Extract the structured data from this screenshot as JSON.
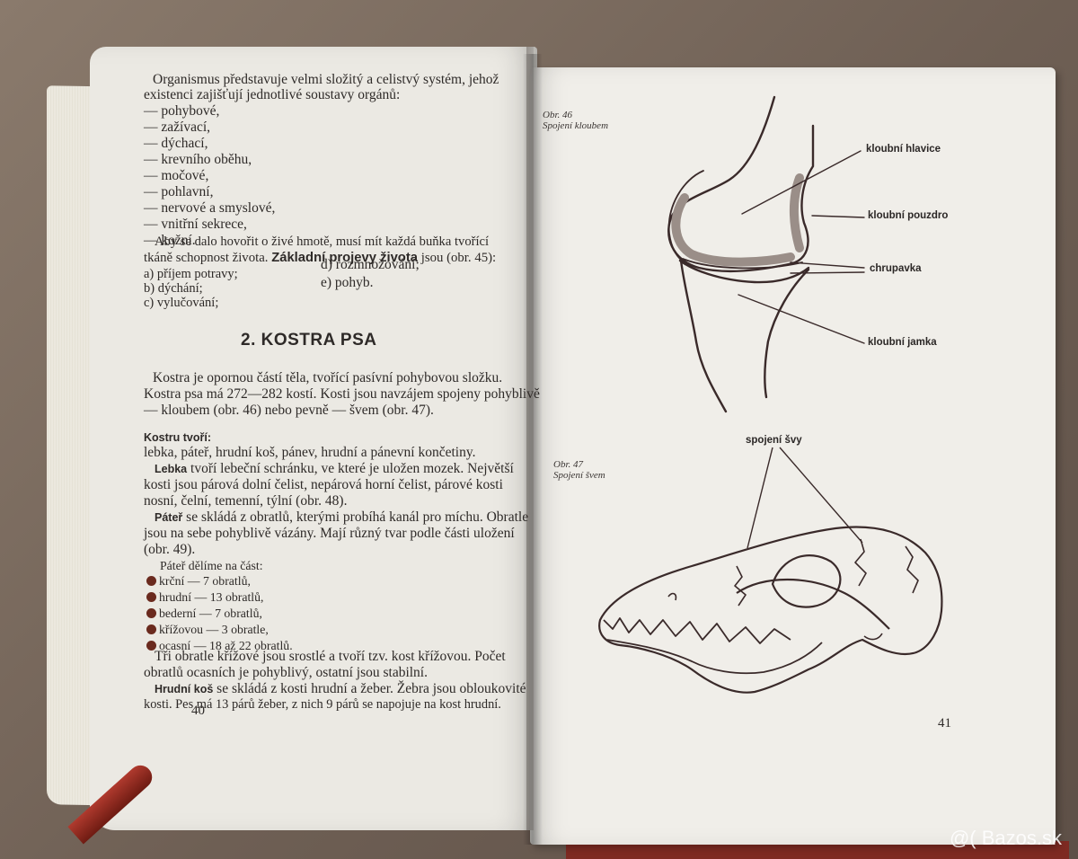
{
  "left_page": {
    "intro": [
      "Organismus představuje velmi složitý a celistvý systém, jehož",
      "existenci zajišťují jednotlivé soustavy orgánů:"
    ],
    "systems": [
      "— pohybové,",
      "— zažívací,",
      "— dýchací,",
      "— krevního oběhu,",
      "— močové,",
      "— pohlavní,",
      "— nervové a smyslové,",
      "— vnitřní sekrece,",
      "— kožní."
    ],
    "life_para_1": "Aby se dalo hovořit o živé hmotě, musí mít každá buňka tvořící",
    "life_para_2a": "tkáně schopnost života.",
    "life_para_2b": "Základní projevy života",
    "life_para_2c": "jsou (obr. 45):",
    "manifest_a": "a) příjem potravy;",
    "manifest_b": "b) dýchání;",
    "manifest_c": "c) vylučování;",
    "manifest_d": "d) rozmnožování;",
    "manifest_e": "e) pohyb.",
    "section_title": "2. KOSTRA PSA",
    "skeleton_para": [
      "Kostra je opornou částí těla, tvořící pasívní pohybovou složku.",
      "Kostra psa má 272—282 kostí. Kosti jsou navzájem spojeny pohyblivě",
      "— kloubem (obr. 46) nebo pevně — švem (obr. 47)."
    ],
    "skeleton_made_label": "Kostru tvoří:",
    "skeleton_made": "lebka, páteř, hrudní koš, pánev, hrudní a pánevní končetiny.",
    "skull_label": "Lebka",
    "skull_lines": [
      "tvoří lebeční schránku, ve které je uložen mozek. Největší",
      "kosti jsou párová dolní čelist, nepárová horní čelist, párové kosti",
      "nosní, čelní, temenní, týlní (obr. 48)."
    ],
    "spine_label": "Páteř",
    "spine_lines": [
      "se skládá z obratlů, kterými probíhá kanál pro míchu. Obratle",
      "jsou na sebe pohyblivě vázány. Mají různý tvar podle části uložení",
      "(obr. 49)."
    ],
    "spine_parts_intro": "Páteř dělíme na část:",
    "spine_parts": [
      "krční — 7 obratlů,",
      "hrudní — 13 obratlů,",
      "bederní — 7 obratlů,",
      "křížovou — 3 obratle,",
      "ocasní — 18 až 22 obratlů."
    ],
    "vertebra_lines": [
      "Tři obratle křížové jsou srostlé a tvoří tzv. kost křížovou. Počet",
      "obratlů ocasních je pohyblivý, ostatní jsou stabilní."
    ],
    "chest_label": "Hrudní koš",
    "chest_lines": [
      "se skládá z kosti hrudní a žeber. Žebra jsou obloukovité",
      "kosti. Pes má 13 párů žeber, z nich 9 párů se napojuje na kost hrudní."
    ],
    "page_number": "40"
  },
  "right_page": {
    "fig46_caption": [
      "Obr. 46",
      "Spojení kloubem"
    ],
    "fig46_labels": {
      "head": "kloubní hlavice",
      "capsule": "kloubní pouzdro",
      "cartilage": "chrupavka",
      "socket": "kloubní jamka"
    },
    "fig47_caption": [
      "Obr. 47",
      "Spojení švem"
    ],
    "fig47_label": "spojení švy",
    "page_number": "41"
  },
  "watermark": "@( Bazos.sk",
  "colors": {
    "paper": "#ebe9e3",
    "ink": "#2e2a28",
    "diagram": "#3a2a2a",
    "bullet": "#6a2a1e"
  }
}
